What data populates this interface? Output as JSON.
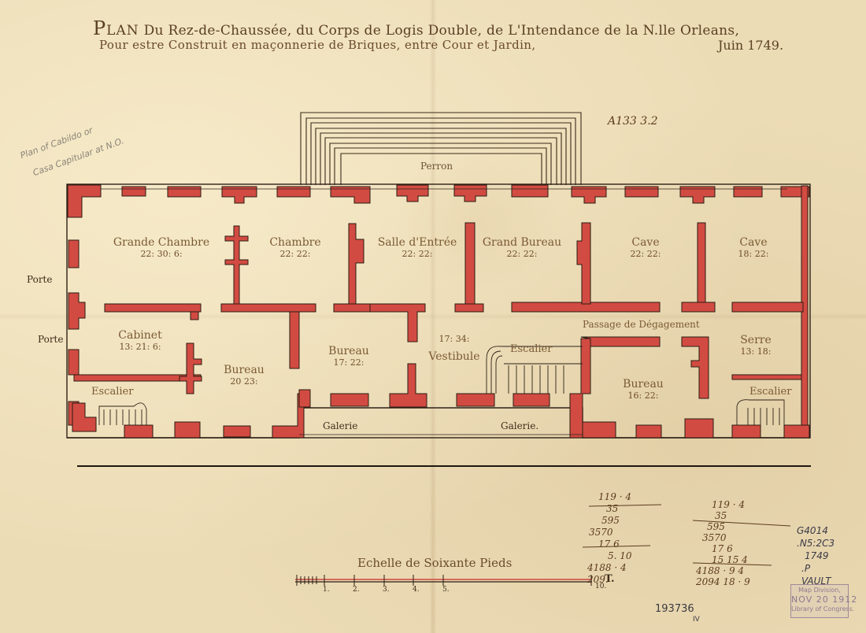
{
  "title": {
    "line1_prefix": "Plan",
    "line1": "Du Rez-de-Chaussée, du Corps de Logis Double, de L'Intendance de la N.lle Orleans,",
    "line2": "Pour estre Construit en maçonnerie de Briques, entre Cour et Jardin,",
    "date": "Juin 1749."
  },
  "pencil_note": {
    "line1": "Plan of Cabildo or",
    "line2": "Casa Capitular at N.O."
  },
  "catalog_number_top": "A133 3.2",
  "plan": {
    "perron_label": "Perron",
    "side_labels": [
      "Porte",
      "Porte"
    ],
    "rooms": [
      {
        "name": "Grande Chambre",
        "dims": "22: 30: 6:"
      },
      {
        "name": "Chambre",
        "dims": "22: 22:"
      },
      {
        "name": "Salle d'Entrée",
        "dims": "22: 22:"
      },
      {
        "name": "Grand Bureau",
        "dims": "22: 22:"
      },
      {
        "name": "Cave",
        "dims": "22: 22:"
      },
      {
        "name": "Cave",
        "dims": "18: 22:"
      },
      {
        "name": "Cabinet",
        "dims": "13: 21: 6:"
      },
      {
        "name": "Bureau",
        "dims": "20 23:"
      },
      {
        "name": "Bureau",
        "dims": "17: 22:"
      },
      {
        "name": "Vestibule",
        "dims": "17: 34:"
      },
      {
        "name": "Escalier",
        "dims": ""
      },
      {
        "name": "Passage de Dégagement",
        "dims": ""
      },
      {
        "name": "Bureau",
        "dims": "16: 22:"
      },
      {
        "name": "Serre",
        "dims": "13: 18:"
      },
      {
        "name": "Escalier",
        "dims": ""
      },
      {
        "name": "Escalier",
        "dims": ""
      }
    ],
    "galleries": [
      "Galerie",
      "Galerie."
    ]
  },
  "scale": {
    "title": "Echelle de Soixante Pieds",
    "ticks": [
      "1.",
      "2.",
      "3.",
      "4.",
      "5.",
      "10."
    ],
    "unit": "T."
  },
  "calculations": {
    "left": [
      "119 · 4",
      "35",
      "595",
      "3570",
      "17   6",
      "5.  10",
      "4188 · 4",
      "209."
    ],
    "right": [
      "119 · 4",
      "35",
      "595",
      "3570",
      "17   6",
      "15  15   4",
      "4188 · 9   4",
      "2094 18 · 9"
    ]
  },
  "call_number": [
    "G4014",
    ".N5:2C3",
    "1749",
    ".P",
    "VAULT"
  ],
  "stamp": {
    "line1": "Map Division,",
    "line2": "NOV 20 1912",
    "line3": "Library of Congress."
  },
  "accession_number": "193736",
  "accession_suffix": "IV",
  "colors": {
    "parchment": "#ecdcb6",
    "wall_red": "#d24b42",
    "ink": "#3a2a1a",
    "pencil": "#8a8478",
    "stamp": "#8f7a90"
  }
}
